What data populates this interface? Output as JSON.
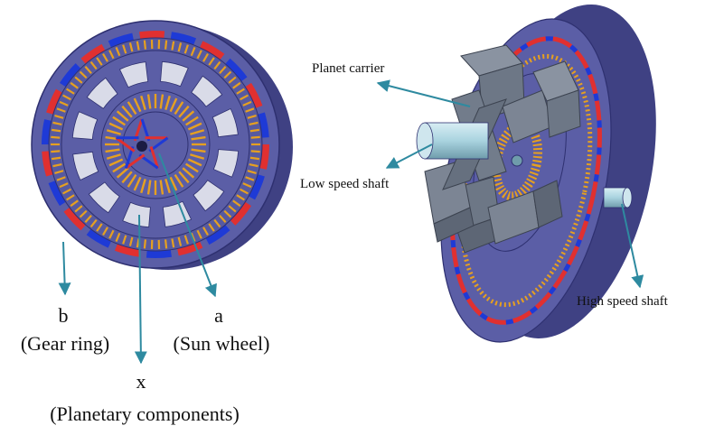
{
  "labels": {
    "planet_carrier": "Planet carrier",
    "low_speed_shaft": "Low speed shaft",
    "high_speed_shaft": "High speed shaft",
    "b": "b",
    "gear_ring": "(Gear ring)",
    "a": "a",
    "sun_wheel": "(Sun wheel)",
    "x": "x",
    "planetary_components": "(Planetary components)"
  },
  "colors": {
    "body": "#5b5ea6",
    "body_dark": "#3f4183",
    "body_edge": "#2e3070",
    "magnet_red": "#e03030",
    "magnet_blue": "#1e3ad6",
    "pole_piece": "#e6a020",
    "carrier": "#6d7786",
    "shaft": "#a9d3df",
    "arrow": "#2e8aa0"
  }
}
